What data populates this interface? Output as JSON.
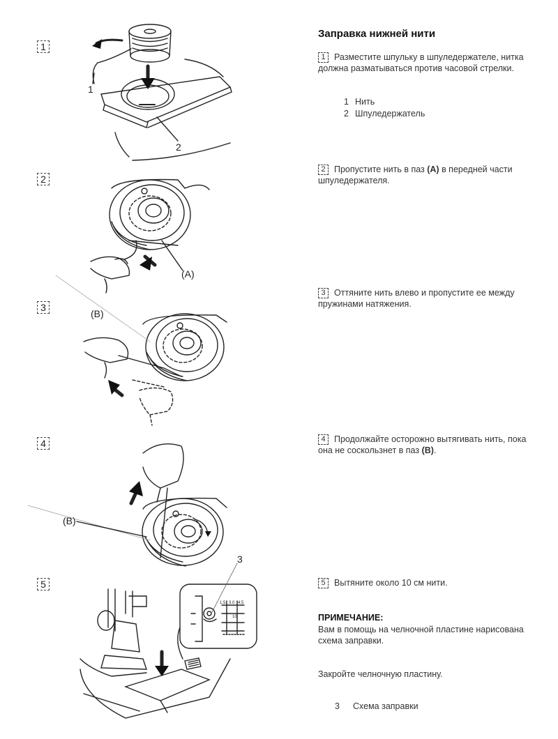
{
  "title": "Заправка нижней нити",
  "steps": [
    {
      "num": "1",
      "text": "Разместите шпульку в шпуледержателе, нитка должна разматываться против часовой стрелки."
    },
    {
      "num": "2",
      "text_pre": "Пропустите нить в паз ",
      "text_bold": "(A)",
      "text_post": " в передней части шпуледержателя."
    },
    {
      "num": "3",
      "text": "Оттяните нить влево и пропустите ее между пружинами натяжения."
    },
    {
      "num": "4",
      "text_pre": "Продолжайте осторожно вытягивать нить, пока она не соскользнет в паз ",
      "text_bold": "(B)",
      "text_post": "."
    },
    {
      "num": "5",
      "text": "Вытяните около 10 см нити."
    }
  ],
  "legend1": [
    {
      "num": "1",
      "label": "Нить"
    },
    {
      "num": "2",
      "label": "Шпуледержатель"
    }
  ],
  "note_heading": "ПРИМЕЧАНИЕ:",
  "note_text": "Вам в помощь на челночной пластине нарисована схема заправки.",
  "close_text": "Закройте челночную пластину.",
  "legend3": {
    "num": "3",
    "label": "Схема заправки"
  },
  "figure_labels": {
    "f1_a": "1",
    "f1_b": "2",
    "f2_a": "(A)",
    "f3_a": "(B)",
    "f4_a": "(B)",
    "f5_a": "3",
    "f5_scale_a": "1.5",
    "f5_scale_b": "3.0",
    "f5_scale_c": "4.5",
    "f5_scale_d": "10"
  }
}
